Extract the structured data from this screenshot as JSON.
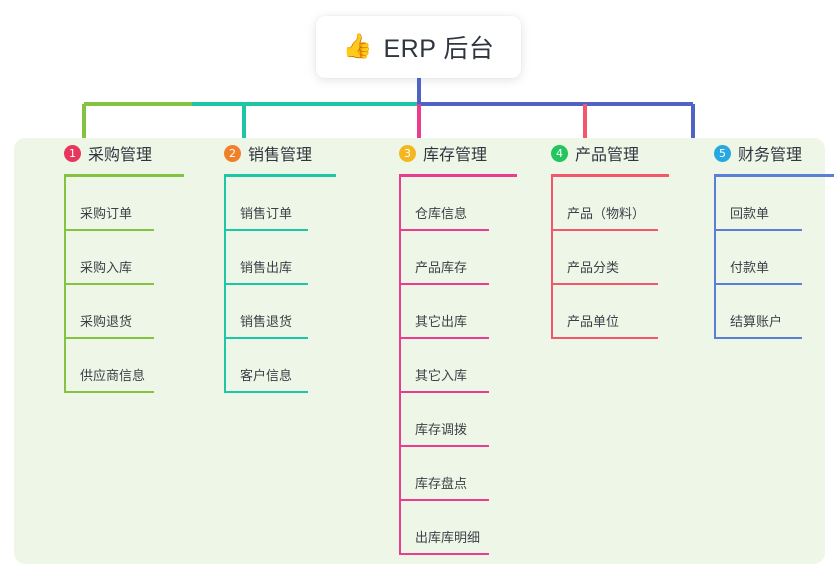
{
  "root": {
    "icon": "thumbs-up-icon",
    "icon_glyph": "👍",
    "title": "ERP 后台"
  },
  "panel": {
    "background": "#eef7e7"
  },
  "connector_colors": {
    "trunk": "#4f63c6",
    "bus_left": "#84c341",
    "bus_mid": "#1dc6a4",
    "bus_right": "#4f63c6"
  },
  "columns": [
    {
      "number": "1",
      "badge_color": "#e8375f",
      "line_color": "#84c341",
      "title": "采购管理",
      "items": [
        "采购订单",
        "采购入库",
        "采购退货",
        "供应商信息"
      ]
    },
    {
      "number": "2",
      "badge_color": "#f0802a",
      "line_color": "#1dc6a4",
      "title": "销售管理",
      "items": [
        "销售订单",
        "销售出库",
        "销售退货",
        "客户信息"
      ]
    },
    {
      "number": "3",
      "badge_color": "#f5b720",
      "line_color": "#ea3d90",
      "title": "库存管理",
      "items": [
        "仓库信息",
        "产品库存",
        "其它出库",
        "其它入库",
        "库存调拨",
        "库存盘点",
        "出库库明细"
      ]
    },
    {
      "number": "4",
      "badge_color": "#22c55e",
      "line_color": "#f4566a",
      "title": "产品管理",
      "items": [
        "产品（物料）",
        "产品分类",
        "产品单位"
      ]
    },
    {
      "number": "5",
      "badge_color": "#28a8e0",
      "line_color": "#5b7fd4",
      "title": "财务管理",
      "items": [
        "回款单",
        "付款单",
        "结算账户"
      ]
    }
  ]
}
